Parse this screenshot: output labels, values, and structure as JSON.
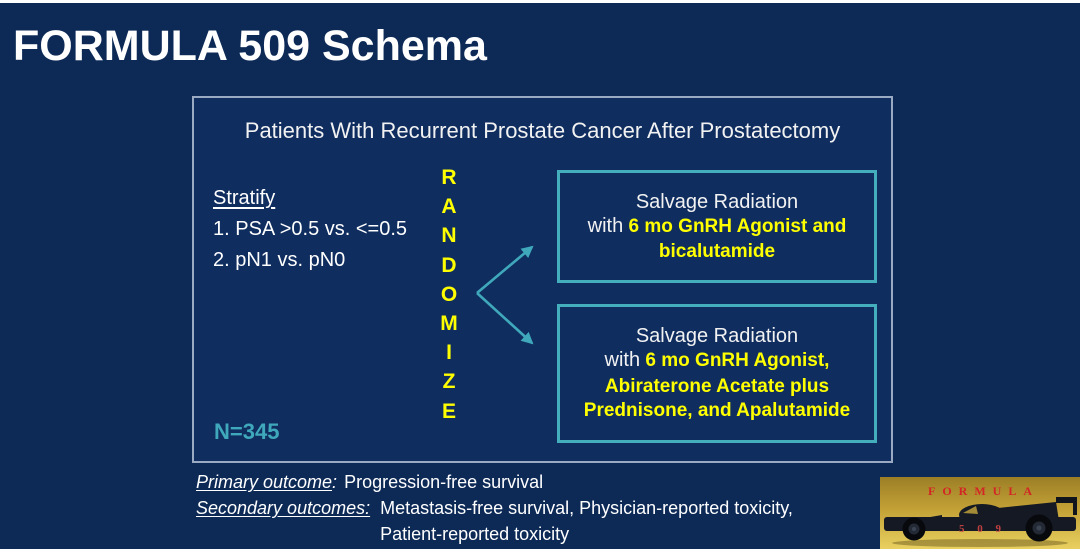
{
  "slide": {
    "title": "FORMULA 509 Schema",
    "colors": {
      "background_navy": "#0d2a57",
      "accent_yellow": "#ffff00",
      "accent_teal": "#3fa9bb",
      "box_border_gray": "#9aaac2",
      "arm_border_teal": "#45aebd",
      "logo_gold": "#c3a136",
      "logo_red": "#d42525"
    }
  },
  "schema": {
    "header": "Patients With Recurrent Prostate Cancer After Prostatectomy",
    "stratify": {
      "heading": "Stratify",
      "items": [
        "1. PSA >0.5 vs. <=0.5",
        "2. pN1 vs. pN0"
      ]
    },
    "randomize": [
      "R",
      "A",
      "N",
      "D",
      "O",
      "M",
      "I",
      "Z",
      "E"
    ],
    "arms": [
      {
        "line1": "Salvage Radiation",
        "prefix": "with",
        "highlight1": "6 mo GnRH Agonist and",
        "highlight2": "bicalutamide"
      },
      {
        "line1": "Salvage Radiation",
        "prefix": "with",
        "highlight1": "6 mo GnRH Agonist,",
        "highlight2": "Abiraterone Acetate plus",
        "highlight3": "Prednisone, and Apalutamide"
      }
    ],
    "n_label": "N=345"
  },
  "outcomes": {
    "primary_label": "Primary outcome",
    "primary_separator": ":",
    "primary_value": "Progression-free survival",
    "secondary_label": "Secondary outcomes:",
    "secondary_value_line1": "Metastasis-free survival, Physician-reported toxicity,",
    "secondary_value_line2": "Patient-reported toxicity"
  },
  "logo": {
    "brand": "FORMULA",
    "number": "5 0 9"
  }
}
